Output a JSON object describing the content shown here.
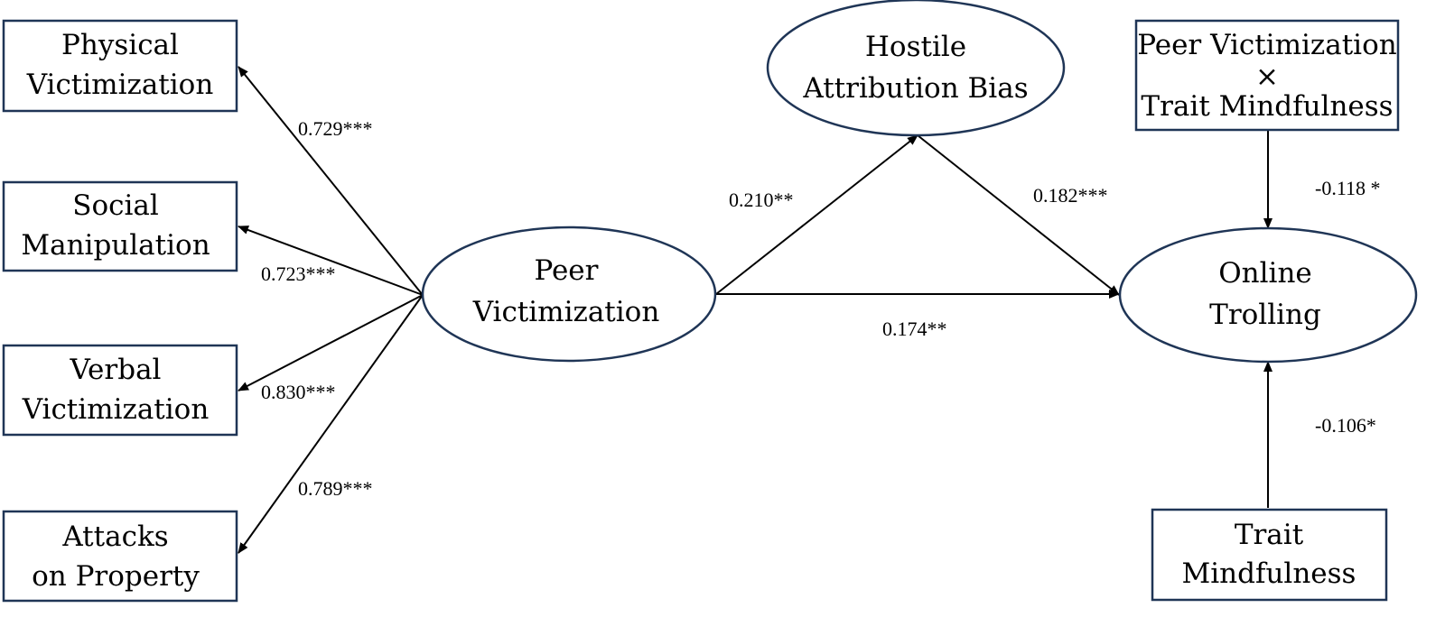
{
  "nodes": {
    "physical_victimization": {
      "line1": "Physical",
      "line2": "Victimization"
    },
    "social_manipulation": {
      "line1": "Social",
      "line2": "Manipulation"
    },
    "verbal_victimization": {
      "line1": "Verbal",
      "line2": "Victimization"
    },
    "attacks_on_property": {
      "line1": "Attacks",
      "line2": "on Property"
    },
    "peer_victimization": {
      "line1": "Peer",
      "line2": "Victimization"
    },
    "hostile_attribution_bias": {
      "line1": "Hostile",
      "line2": "Attribution Bias"
    },
    "interaction_term": {
      "line1": "Peer Victimization",
      "line2": "×",
      "line3": "Trait Mindfulness"
    },
    "online_trolling": {
      "line1": "Online",
      "line2": "Trolling"
    },
    "trait_mindfulness": {
      "line1": "Trait",
      "line2": "Mindfulness"
    }
  },
  "paths": {
    "pv_to_physical": "0.729***",
    "pv_to_social": "0.723***",
    "pv_to_verbal": "0.830***",
    "pv_to_property": "0.789***",
    "pv_to_hab": "0.210**",
    "hab_to_trolling": "0.182***",
    "pv_to_trolling": "0.174**",
    "interaction_to_trolling": "-0.118 *",
    "mindfulness_to_trolling": "-0.106*"
  },
  "colors": {
    "node_border": "#1f3556",
    "arrow": "#000000",
    "text": "#000000"
  }
}
